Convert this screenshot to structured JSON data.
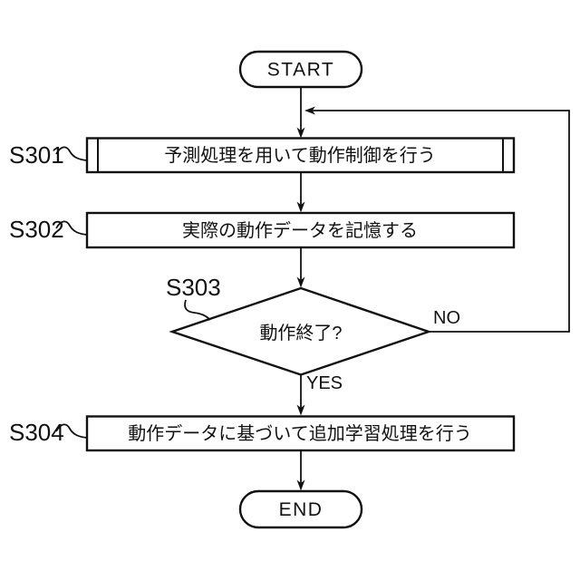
{
  "flowchart": {
    "start": {
      "label": "START"
    },
    "steps": [
      {
        "id": "S301",
        "text": "予測処理を用いて動作制御を行う",
        "type": "predefined-process"
      },
      {
        "id": "S302",
        "text": "実際の動作データを記憶する",
        "type": "process"
      },
      {
        "id": "S303",
        "text": "動作終了?",
        "type": "decision"
      },
      {
        "id": "S304",
        "text": "動作データに基づいて追加学習処理を行う",
        "type": "process"
      }
    ],
    "branch": {
      "no": "NO",
      "yes": "YES"
    },
    "end": {
      "label": "END"
    },
    "colors": {
      "ink": "#111111",
      "background": "#ffffff"
    }
  }
}
